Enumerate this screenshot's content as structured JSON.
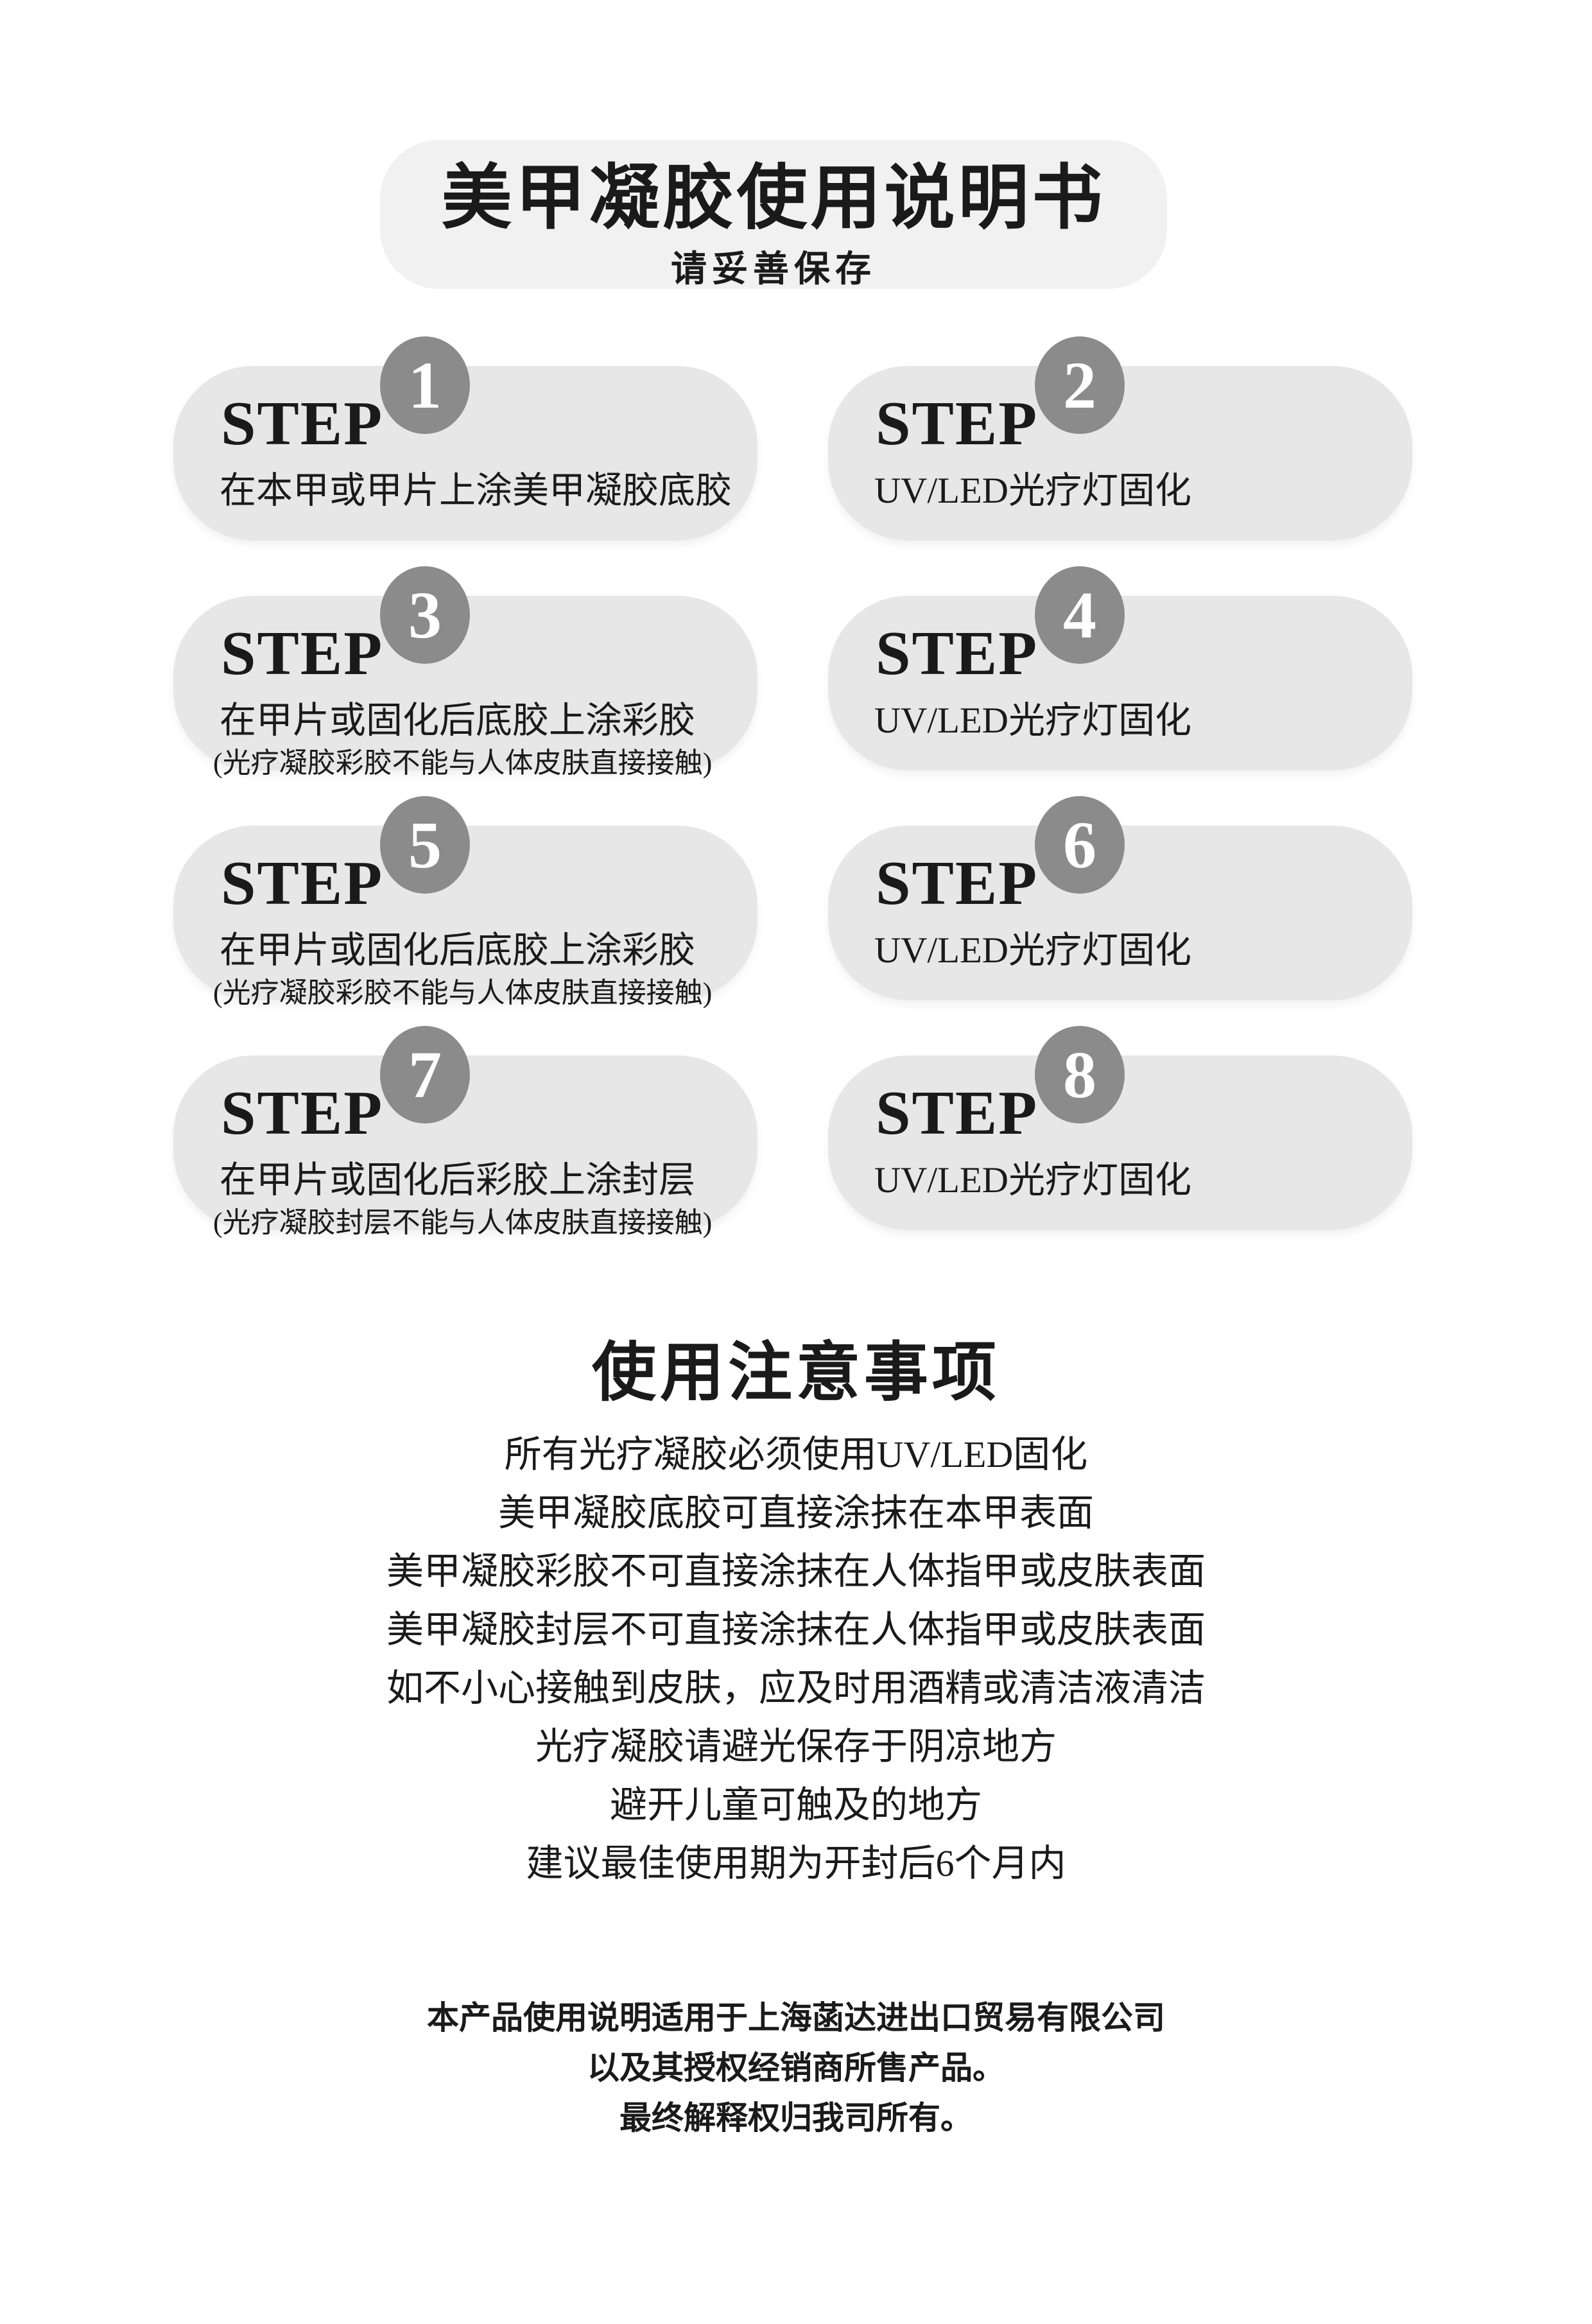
{
  "colors": {
    "page_bg": "#ffffff",
    "title_card_bg": "#f1f1f1",
    "card_bg": "#e7e7e7",
    "badge_bg": "#8b8b8b",
    "badge_text": "#ffffff",
    "text": "#1a1a1a"
  },
  "title_card": {
    "title": "美甲凝胶使用说明书",
    "subtitle": "请妥善保存"
  },
  "steps": [
    {
      "label": "STEP",
      "number": "1",
      "line1": "在本甲或甲片上涂美甲凝胶底胶",
      "line2": ""
    },
    {
      "label": "STEP",
      "number": "2",
      "line1": "UV/LED光疗灯固化",
      "line2": ""
    },
    {
      "label": "STEP",
      "number": "3",
      "line1": "在甲片或固化后底胶上涂彩胶",
      "line2": "(光疗凝胶彩胶不能与人体皮肤直接接触)"
    },
    {
      "label": "STEP",
      "number": "4",
      "line1": "UV/LED光疗灯固化",
      "line2": ""
    },
    {
      "label": "STEP",
      "number": "5",
      "line1": "在甲片或固化后底胶上涂彩胶",
      "line2": "(光疗凝胶彩胶不能与人体皮肤直接接触)"
    },
    {
      "label": "STEP",
      "number": "6",
      "line1": "UV/LED光疗灯固化",
      "line2": ""
    },
    {
      "label": "STEP",
      "number": "7",
      "line1": "在甲片或固化后彩胶上涂封层",
      "line2": "(光疗凝胶封层不能与人体皮肤直接接触)"
    },
    {
      "label": "STEP",
      "number": "8",
      "line1": "UV/LED光疗灯固化",
      "line2": ""
    }
  ],
  "notes": {
    "heading": "使用注意事项",
    "lines": [
      "所有光疗凝胶必须使用UV/LED固化",
      "美甲凝胶底胶可直接涂抹在本甲表面",
      "美甲凝胶彩胶不可直接涂抹在人体指甲或皮肤表面",
      "美甲凝胶封层不可直接涂抹在人体指甲或皮肤表面",
      "如不小心接触到皮肤，应及时用酒精或清洁液清洁",
      "光疗凝胶请避光保存于阴凉地方",
      "避开儿童可触及的地方",
      "建议最佳使用期为开封后6个月内"
    ]
  },
  "footer": {
    "lines": [
      "本产品使用说明适用于上海菡达进出口贸易有限公司",
      "以及其授权经销商所售产品。",
      "最终解释权归我司所有。"
    ]
  }
}
